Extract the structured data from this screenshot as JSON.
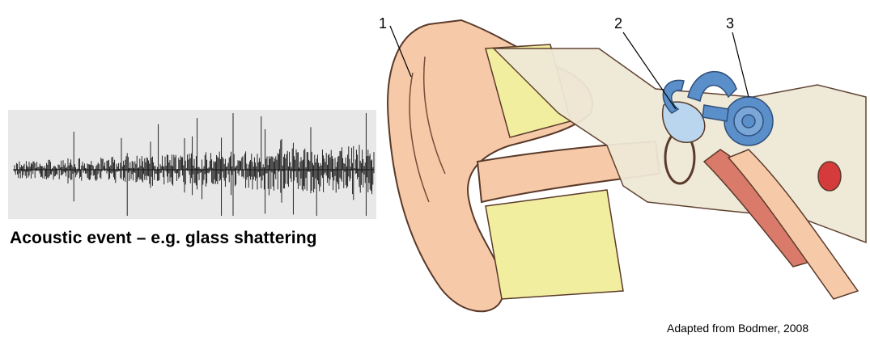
{
  "waveform": {
    "caption": "Acoustic event – e.g. glass shattering"
  },
  "ear_diagram": {
    "labels": [
      "1",
      "2",
      "3"
    ],
    "credit": "Adapted from Bodmer, 2008",
    "colors": {
      "skin": "#f6c9a8",
      "fat": "#f2eea0",
      "bone": "#efe8d6",
      "cochlea": "#5b8fc9",
      "eardrum": "#b9d6ee",
      "muscle": "#d97a6a",
      "vessel": "#d63b3b"
    }
  }
}
